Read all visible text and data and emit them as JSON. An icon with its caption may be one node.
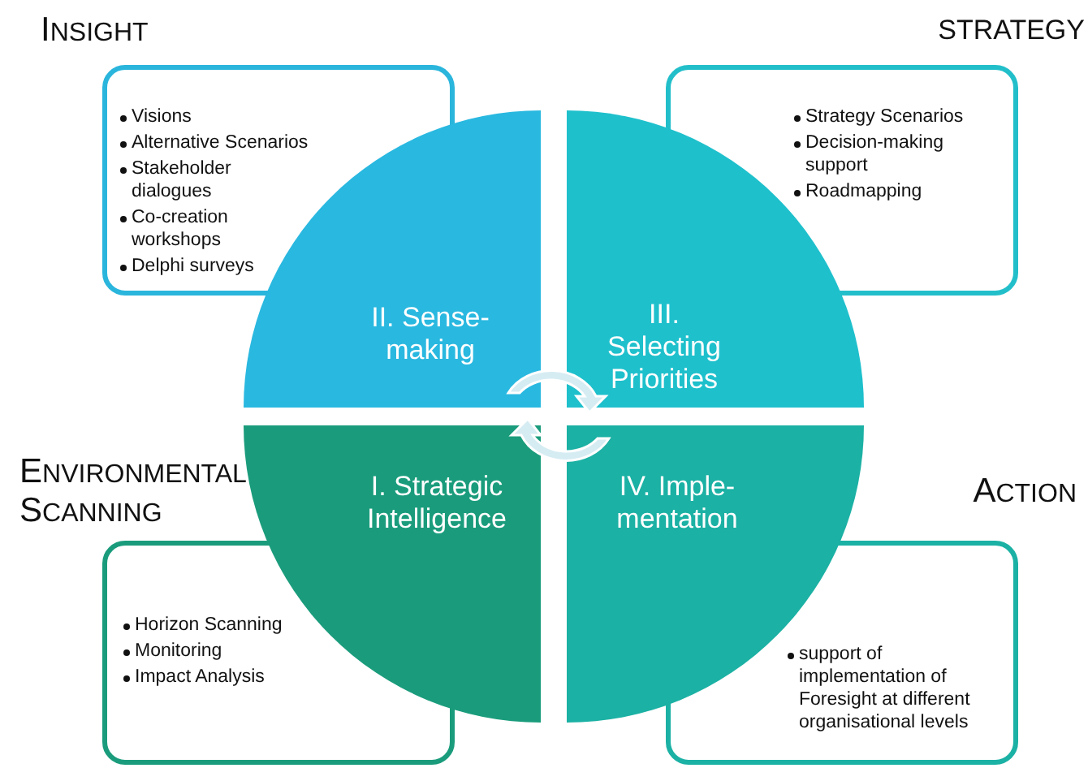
{
  "diagram": {
    "nodes": [
      {
        "text": [
          "INSIGHT",
          "Visions",
          "Alternative Scenarios",
          "Stakeholder dialogues",
          "Co-creation workshops",
          "Delphi surveys"
        ]
      },
      {
        "text": [
          "STRATEGY",
          "Strategy Scenarios",
          "Decision-making support",
          "Roadmapping"
        ]
      },
      {
        "text": [
          "II. Sense- making"
        ]
      },
      {
        "text": [
          "III. Selecting Priorities"
        ]
      },
      {
        "text": [
          "ENVIRONMENTAL SCANNING",
          "Horizon Scanning",
          "Monitoring",
          "Impact Analysis"
        ]
      },
      {
        "text": [
          "I. Strategic Intelligence"
        ]
      },
      {
        "text": [
          "IV. Imple- mentation"
        ]
      },
      {
        "text": [
          "ACTION",
          "support of implementation of Foresight at different organisational levels"
        ]
      }
    ]
  }
}
